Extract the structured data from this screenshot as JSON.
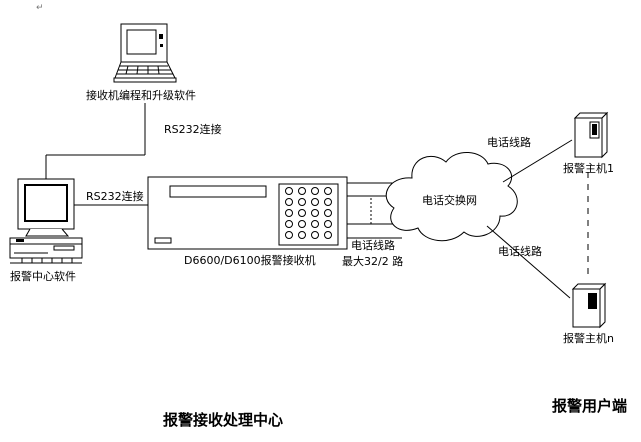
{
  "corner_mark": "↵",
  "labels": {
    "programming_software": "接收机编程和升级软件",
    "rs232_top": "RS232连接",
    "rs232_left": "RS232连接",
    "center_software": "报警中心软件",
    "receiver_name": "D6600/D6100报警接收机",
    "phone_line_left": "电话线路",
    "max_lines": "最大32/2 路",
    "cloud": "电话交换网",
    "phone_line_top": "电话线路",
    "phone_line_bottom": "电话线路",
    "host_1": "报警主机1",
    "host_n": "报警主机n",
    "center_title": "报警接收处理中心",
    "user_title": "报警用户端"
  }
}
